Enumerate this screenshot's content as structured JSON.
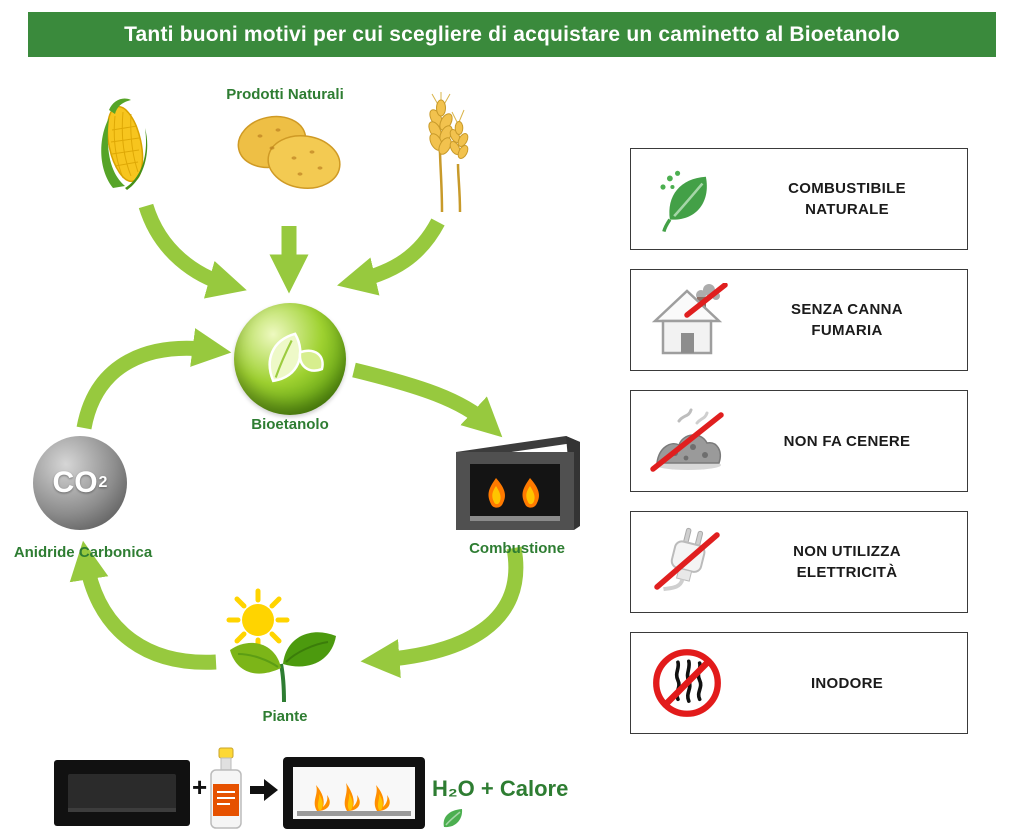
{
  "banner": {
    "title": "Tanti buoni motivi per cui scegliere di acquistare un caminetto al Bioetanolo"
  },
  "cycle": {
    "products_label": "Prodotti Naturali",
    "bioethanol_label": "Bioetanolo",
    "co2_symbol": "CO",
    "co2_exponent": "2",
    "co2_label": "Anidride Carbonica",
    "combustion_label": "Combustione",
    "plants_label": "Piante"
  },
  "benefits": [
    {
      "icon": "natural-fuel-leaf-icon",
      "label": "COMBUSTIBILE NATURALE"
    },
    {
      "icon": "no-chimney-house-icon",
      "label": "SENZA CANNA FUMARIA"
    },
    {
      "icon": "no-ash-icon",
      "label": "NON FA CENERE"
    },
    {
      "icon": "no-electricity-plug-icon",
      "label": "NON UTILIZZA ELETTRICITÀ"
    },
    {
      "icon": "odorless-icon",
      "label": "INODORE"
    }
  ],
  "equation": {
    "plus_sign": "+",
    "result": "H₂O + Calore"
  },
  "colors": {
    "banner_green": "#3a8a3c",
    "label_green": "#2e7d32",
    "arrow_green": "#97c93e",
    "prohibition_red": "#e01f1f"
  }
}
